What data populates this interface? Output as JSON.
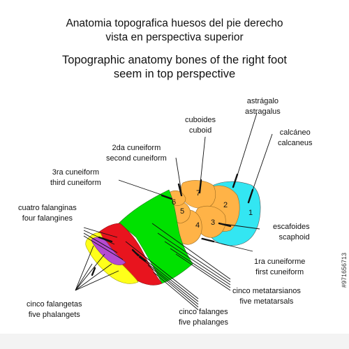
{
  "title": {
    "es_line1": "Anatomia topografica huesos del pie derecho",
    "es_line2": "vista en perspectiva superior",
    "en_line1": "Topographic anatomy bones of the right foot",
    "en_line2": "seem in top perspective"
  },
  "labels": {
    "astragalo": {
      "es": "astrágalo",
      "en": "astragalus"
    },
    "cuboides": {
      "es": "cuboides",
      "en": "cuboid"
    },
    "calcaneo": {
      "es": "calcáneo",
      "en": "calcaneus"
    },
    "second_cuneiform": {
      "es": "2da cuneiform",
      "en": "second cuneiform"
    },
    "third_cuneiform": {
      "es": "3ra cuneiform",
      "en": "third cuneiform"
    },
    "falanginas": {
      "es": "cuatro falanginas",
      "en": "four falangines"
    },
    "escafoides": {
      "es": "escafoides",
      "en": "scaphoid"
    },
    "first_cuneiform": {
      "es": "1ra cuneiforme",
      "en": "first cuneiform"
    },
    "metatarsianos": {
      "es": "cinco metatarsianos",
      "en": "five metatarsals"
    },
    "falangetas": {
      "es": "cinco falangetas",
      "en": "five phalangets"
    },
    "falanges": {
      "es": "cinco falanges",
      "en": "five phalanges"
    }
  },
  "bone_numbers": [
    "1",
    "2",
    "3",
    "4",
    "5",
    "6",
    "7"
  ],
  "colors": {
    "calcaneus": "#33e6f2",
    "tarsal": "#ffb347",
    "metatarsals": "#00e100",
    "phalanges": "#e8141e",
    "falangines": "#ffff1a",
    "phalangets": "#b44bd2"
  },
  "stock_id": "#971656713"
}
